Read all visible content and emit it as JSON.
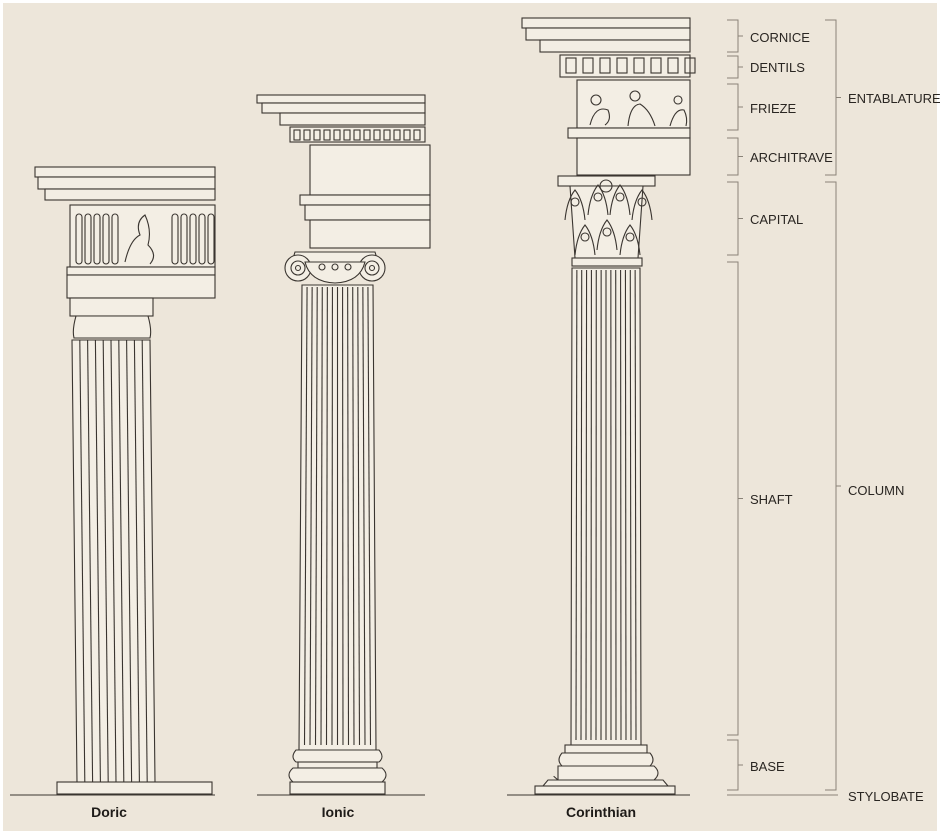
{
  "colors": {
    "background": "#ede6da",
    "ink": "#3a3530",
    "bracket": "#8a8378"
  },
  "orders": [
    {
      "name": "Doric"
    },
    {
      "name": "Ionic"
    },
    {
      "name": "Corinthian"
    }
  ],
  "parts": {
    "cornice": "CORNICE",
    "dentils": "DENTILS",
    "frieze": "FRIEZE",
    "architrave": "ARCHITRAVE",
    "capital": "CAPITAL",
    "shaft": "SHAFT",
    "base": "BASE"
  },
  "groups": {
    "entablature": "ENTABLATURE",
    "column": "COLUMN",
    "stylobate": "STYLOBATE"
  }
}
